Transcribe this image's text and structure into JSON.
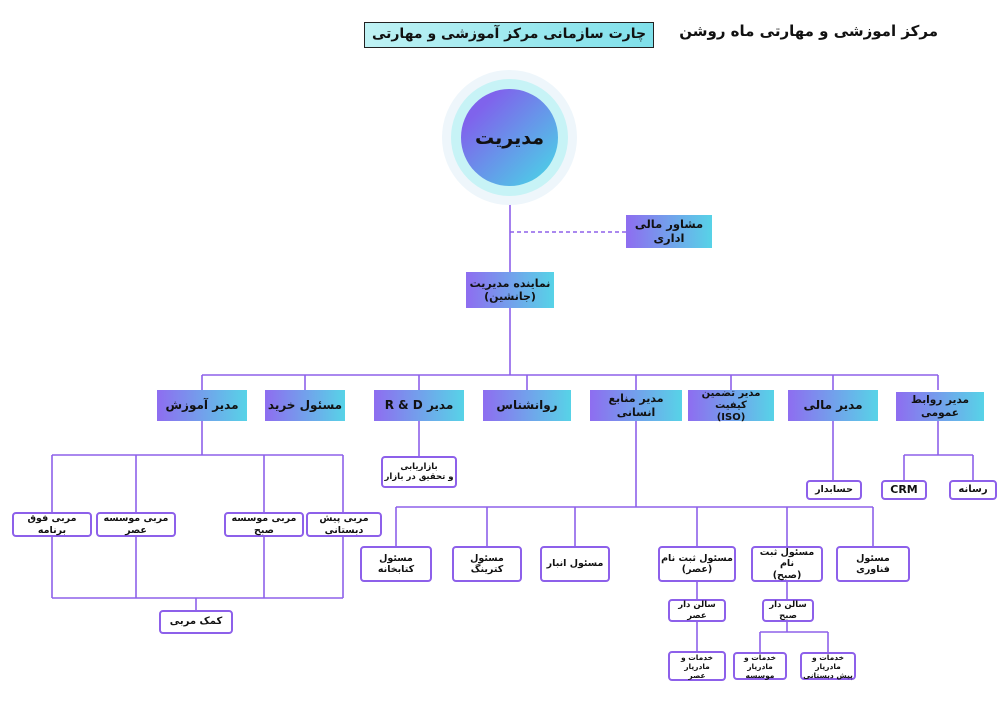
{
  "header": {
    "center_name": "مرکز اموزشی و مهارتی ماه روشن",
    "chart_title": "چارت سازمانی مرکز آموزشی و مهارتی"
  },
  "nodes": {
    "management": "مدیریت",
    "admin_finance_advisor": "مشاور مالی اداری",
    "deputy": "نماینده مدیریت\n(جانشین)",
    "education_manager": "مدیر آموزش",
    "purchase": "مسئول خرید",
    "rnd_manager": "مدیر R & D",
    "psychologist": "روانشناس",
    "hr_manager": "مدیر منابع انسانی",
    "qa_manager": "مدیر تضمین کیفیت\n(ISO)",
    "finance_manager": "مدیر مالی",
    "pr_manager": "مدیر روابط عمومی",
    "marketing": "بازاریابی\nو تحقیق در بازار",
    "accountant": "حسابدار",
    "crm": "CRM",
    "media": "رسانه",
    "coach_extra": "مربی فوق برنامه",
    "coach_evening": "مربی موسسه عصر",
    "coach_morning": "مربی موسسه صبح",
    "coach_preschool": "مربی پیش دبستانی",
    "assistant_coach": "کمک مربی",
    "librarian": "مسئول کتابخانه",
    "catering": "مسئول کترینگ",
    "warehouse": "مسئول انبار",
    "registrar_evening": "مسئول ثبت نام\n(عصر)",
    "registrar_morning": "مسئول ثبت نام\n(صبح)",
    "tech": "مسئول فناوری",
    "hall_evening": "سالن دار عصر",
    "hall_morning": "سالن دار صبح",
    "services_evening": "خدمات و مادریار\nعصر",
    "services_institute": "خدمات و مادریار\nموسسه",
    "services_preschool": "خدمات و مادریار\nپیش دبستانی"
  }
}
